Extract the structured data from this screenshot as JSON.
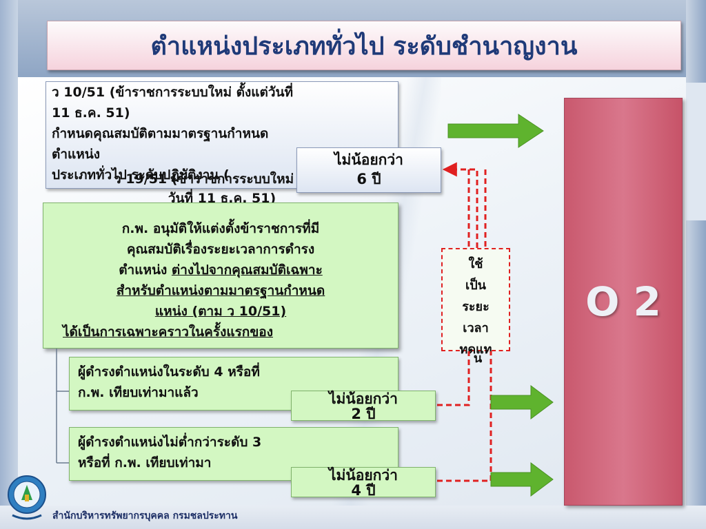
{
  "title": "ตำแหน่งประเภททั่วไป ระดับชำนาญงาน",
  "rule1": {
    "lines": [
      "ว 10/51 (ข้าราชการระบบใหม่ ตั้งแต่วันที่",
      "11 ธ.ค. 51)",
      "กำหนดคุณสมบัติตามมาตรฐานกำหนด",
      "ตำแหน่ง",
      "ประเภททั่วไป ระดับปฏิบัติงาน ("
    ]
  },
  "rule2": {
    "heading_lines": [
      "ว 19/51 (ข้าราชการระบบใหม่ ตั้งแต่",
      "วันที่ 11 ธ.ค. 51)"
    ],
    "body_line1": "ก.พ. อนุมัติให้แต่งตั้งข้าราชการที่มี",
    "body_line2": "คุณสมบัติเรื่องระยะเวลาการดำรง",
    "body_line3_plain": "ตำแหน่ง ",
    "body_line3_underlined": "ต่างไปจากคุณสมบัติเฉพาะ",
    "body_line4": "สำหรับตำแหน่งตามมาตรฐานกำหนด",
    "body_line5": "แหน่ง (ตาม ว 10/51)",
    "body_line6": "ได้เป็นการเฉพาะคราวในครั้งแรกของ"
  },
  "case_level4": {
    "line1": "ผู้ดำรงตำแหน่งในระดับ 4  หรือที่",
    "line2": "ก.พ. เทียบเท่ามาแล้ว"
  },
  "case_level3": {
    "line1": "ผู้ดำรงตำแหน่งไม่ต่ำกว่าระดับ 3",
    "line2": "หรือที่ ก.พ. เทียบเท่ามา"
  },
  "duration_top": {
    "line1": "ไม่น้อยกว่า",
    "line2": "6  ปี"
  },
  "duration_mid": {
    "line1": "ไม่น้อยกว่า",
    "line2": "2  ปี"
  },
  "duration_bot": {
    "line1": "ไม่น้อยกว่า",
    "line2": "4  ปี"
  },
  "substitute": {
    "lines": [
      "ใช้",
      "เป็น",
      "ระยะ",
      "เวลา",
      "ทดแท"
    ],
    "tail": "น"
  },
  "target_level": "O 2",
  "footer_org": "สำนักบริหารทรัพยากรบุคคล กรมชลประทาน",
  "colors": {
    "title": "#1f3a78",
    "level_box": "#cf6178",
    "arrow": "#5fb32e",
    "dash": "#e02020",
    "green_box": "#d3f7c2"
  }
}
